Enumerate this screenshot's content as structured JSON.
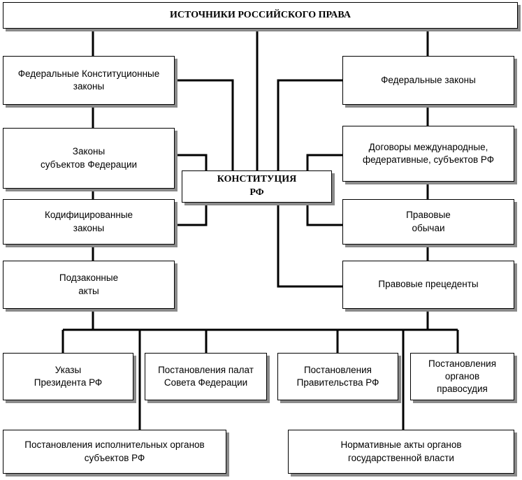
{
  "diagram": {
    "title": "ИСТОЧНИКИ РОССИЙСКОГО ПРАВА",
    "center": "КОНСТИТУЦИЯ\nРФ",
    "left_column": [
      "Федеральные Конституционные\nзаконы",
      "Законы\nсубъектов Федерации",
      "Кодифицированные\nзаконы",
      "Подзаконные\nакты"
    ],
    "right_column": [
      "Федеральные законы",
      "Договоры международные,\nфедеративные, субъектов РФ",
      "Правовые\nобычаи",
      "Правовые прецеденты"
    ],
    "bottom_row": [
      "Указы\nПрезидента РФ",
      "Постановления палат\nСовета Федерации",
      "Постановления\nПравительства РФ",
      "Постановления\nорганов\nправосудия"
    ],
    "bottom_wide": [
      "Постановления исполнительных органов\nсубъектов РФ",
      "Нормативные акты органов\nгосударственной власти"
    ]
  }
}
